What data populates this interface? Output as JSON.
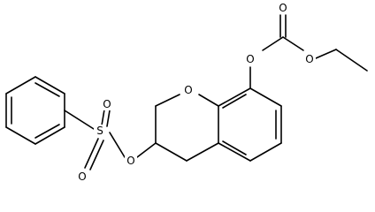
{
  "molecule": {
    "atom_labels": [
      {
        "id": "o-carbonyl",
        "text": "O"
      },
      {
        "id": "o-carbonate-phenol",
        "text": "O"
      },
      {
        "id": "o-carbonate-ethyl",
        "text": "O"
      },
      {
        "id": "o-ring",
        "text": "O"
      },
      {
        "id": "s-sulfonyl",
        "text": "S"
      },
      {
        "id": "o-sulfonyl-top",
        "text": "O"
      },
      {
        "id": "o-sulfonyl-bottom",
        "text": "O"
      },
      {
        "id": "o-sulfonate-ester",
        "text": "O"
      }
    ]
  }
}
